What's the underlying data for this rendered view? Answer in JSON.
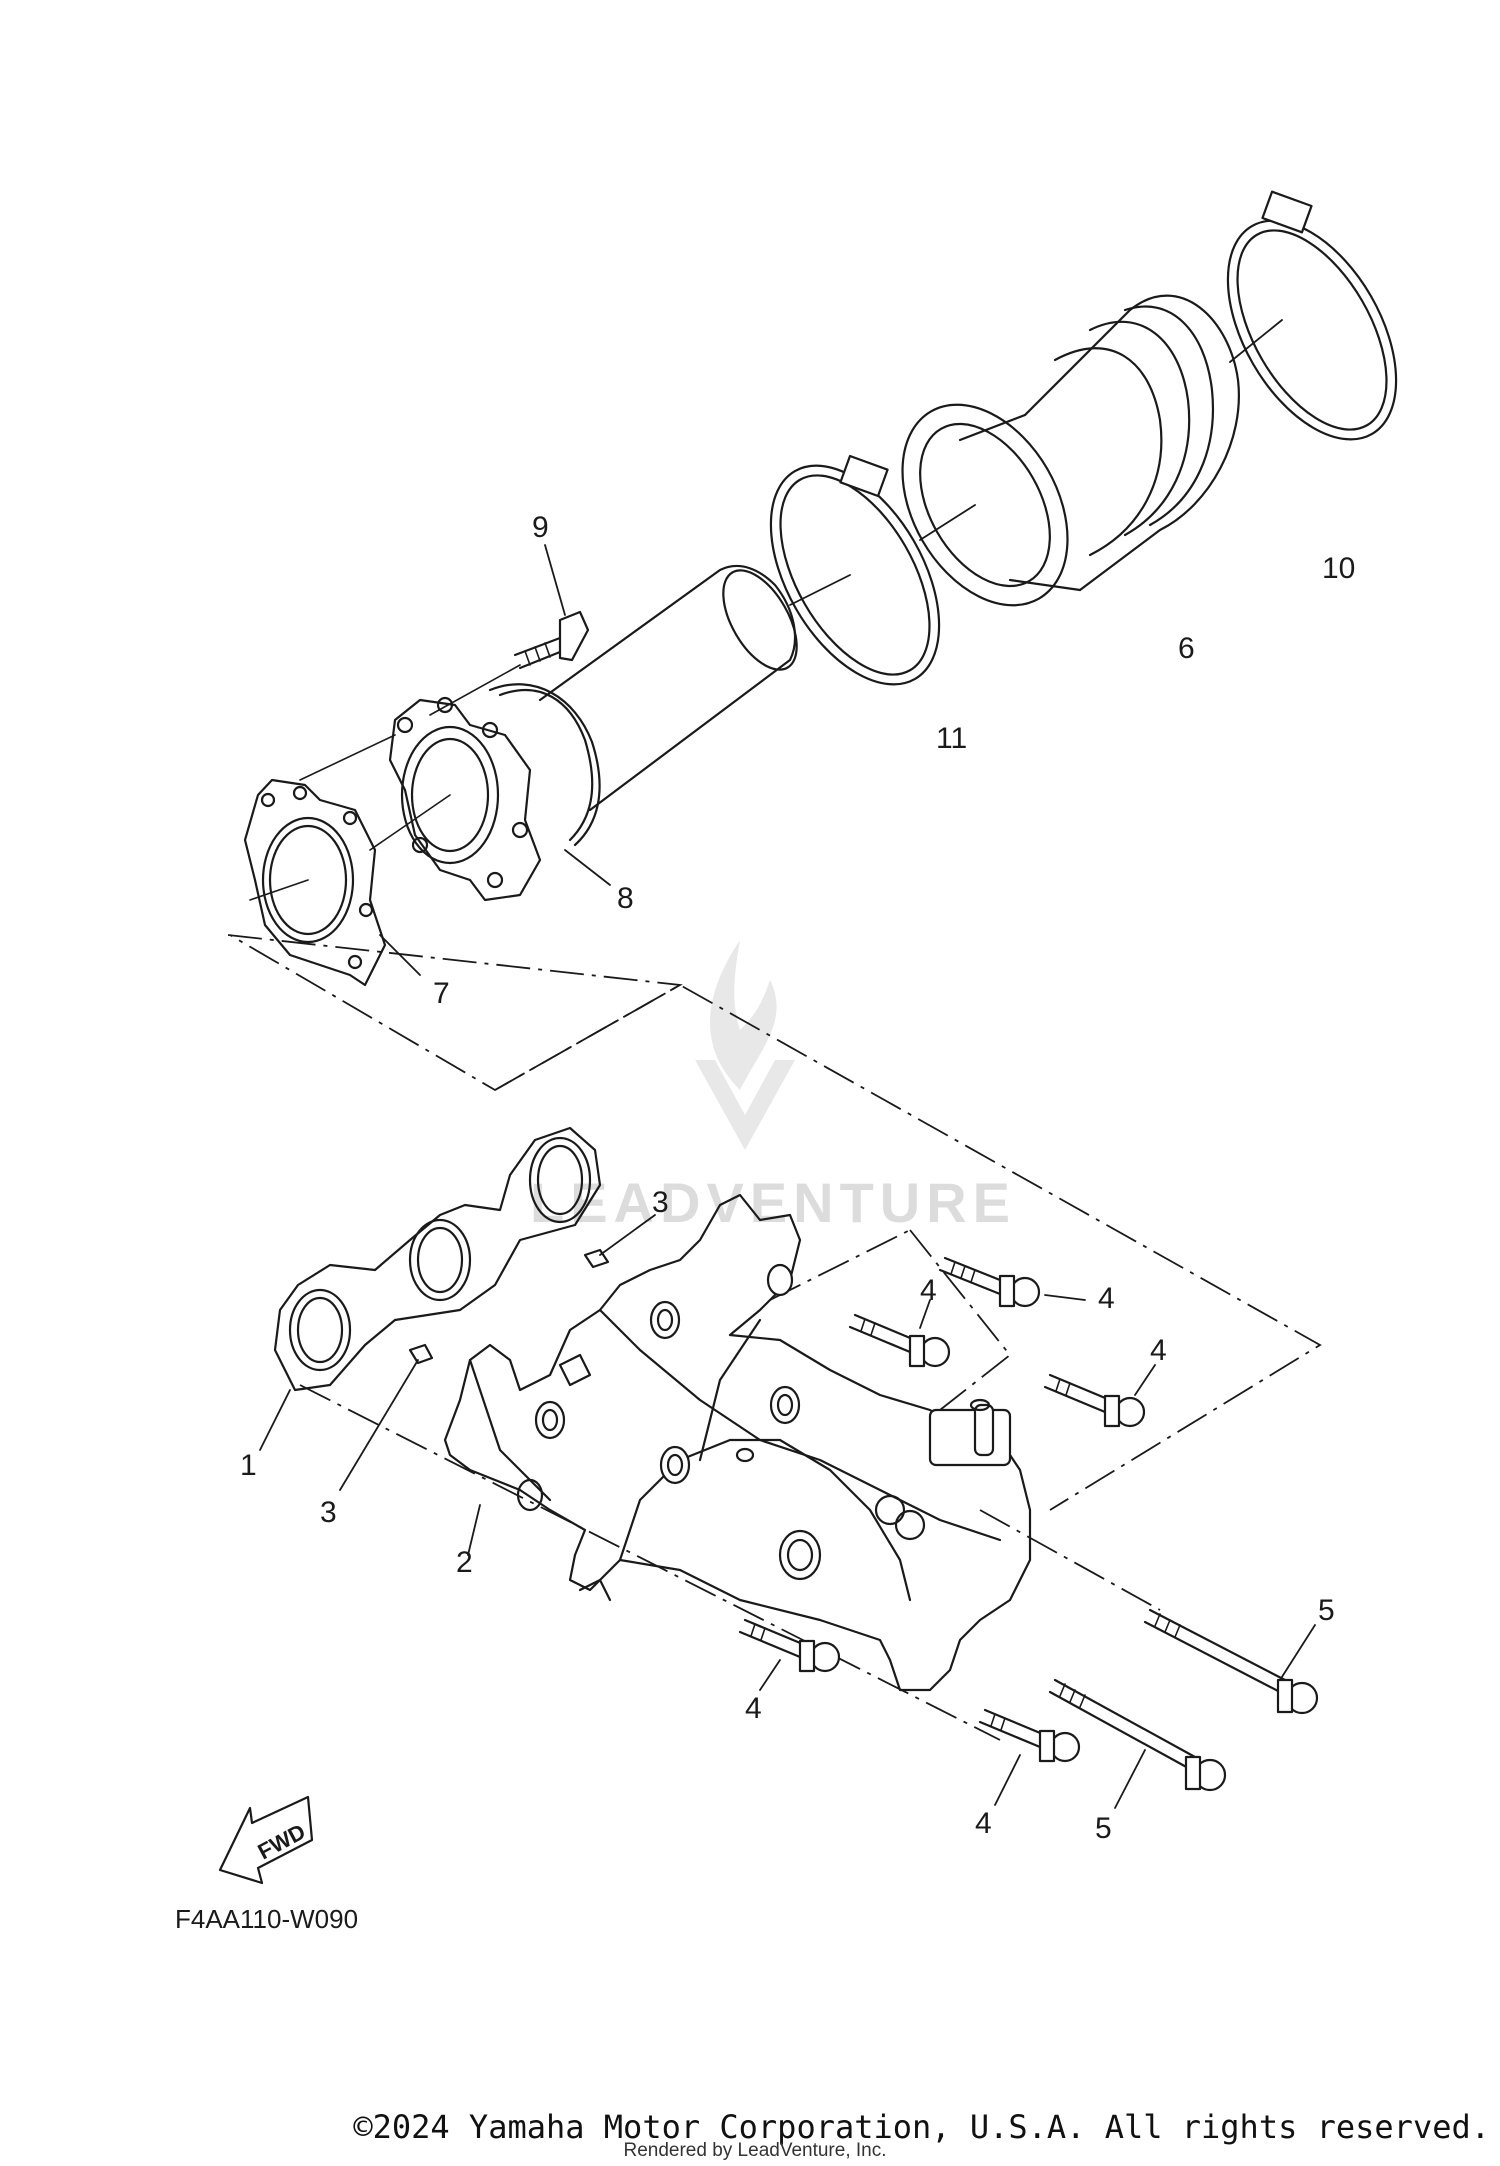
{
  "diagram": {
    "code": "F4AA110-W090",
    "fwd_label": "FWD",
    "watermark": "LEADVENTURE",
    "callouts": {
      "c1": "1",
      "c2": "2",
      "c3a": "3",
      "c3b": "3",
      "c4a": "4",
      "c4b": "4",
      "c4c": "4",
      "c4d": "4",
      "c4e": "4",
      "c5a": "5",
      "c5b": "5",
      "c6": "6",
      "c7": "7",
      "c8": "8",
      "c9": "9",
      "c10": "10",
      "c11": "11"
    }
  },
  "footer": {
    "copyright": "©2024 Yamaha Motor Corporation, U.S.A. All rights reserved.",
    "rendered_by": "Rendered by LeadVenture, Inc."
  }
}
